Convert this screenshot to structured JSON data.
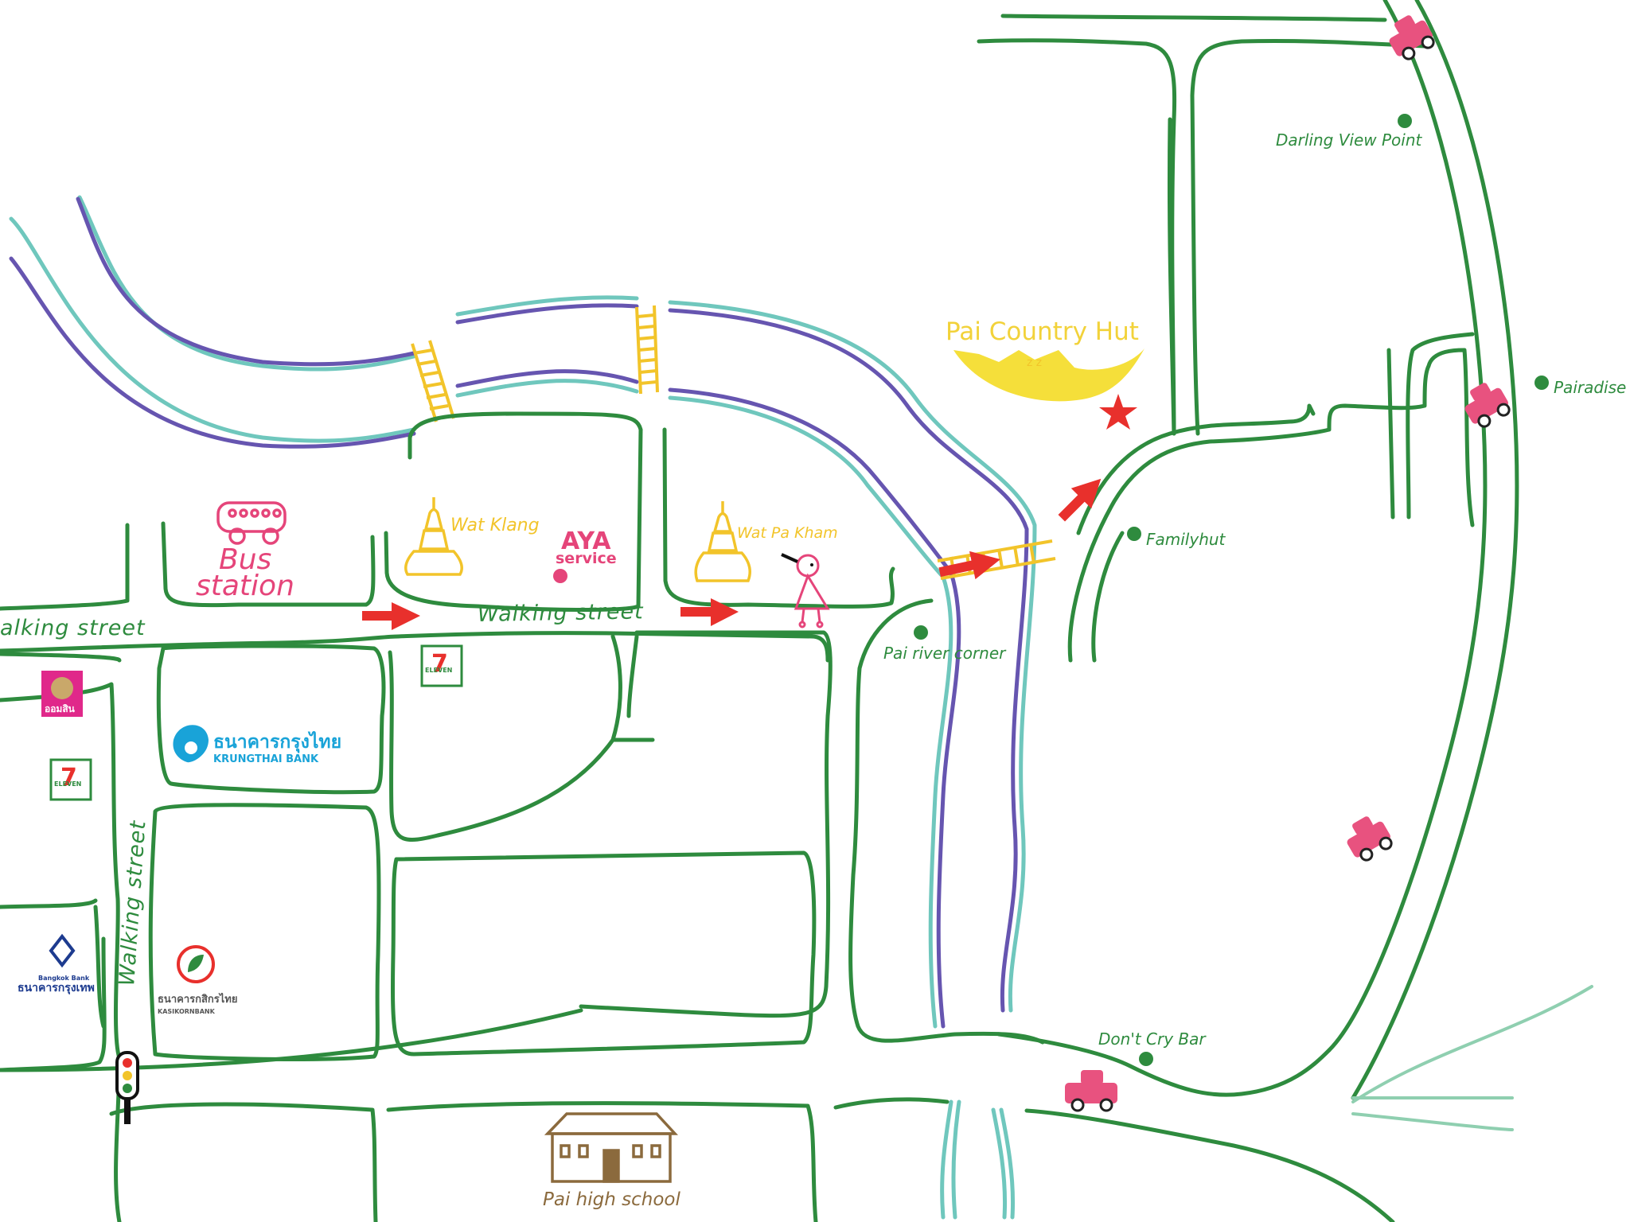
{
  "streets": {
    "walking_street_main": "Walking street",
    "walking_street_left": "alking street",
    "walking_street_vertical": "Walking street"
  },
  "places": {
    "bus_station_line1": "Bus",
    "bus_station_line2": "station",
    "wat_klang": "Wat Klang",
    "wat_pa_kham": "Wat Pa Kham",
    "aya_title": "AYA",
    "aya_sub": "service",
    "pai_country_hut": "Pai Country Hut",
    "darling_view_point": "Darling View Point",
    "pairadise": "Pairadise",
    "familyhut": "Familyhut",
    "pai_river_corner": "Pai river corner",
    "dont_cry_bar": "Don't Cry Bar",
    "pai_high_school": "Pai high school"
  },
  "banks": {
    "krungthai_thai": "ธนาคารกรุงไทย",
    "krungthai_en": "KRUNGTHAI BANK",
    "bangkok_bank_en": "Bangkok Bank",
    "bangkok_bank_thai": "ธนาคารกรุงเทพ",
    "kasikorn_thai": "ธนาคารกสิกรไทย",
    "kasikorn_en": "KASIKORNBANK",
    "gsb_thai": "ออมสิน",
    "seven_eleven": "ELEVEN"
  },
  "colors": {
    "road": "#2e8b3e",
    "river_outer": "#6fc7bd",
    "river_inner": "#6655b0",
    "accent_pink": "#e5457a",
    "temple_yellow": "#f2c42a",
    "arrow_red": "#e8302c"
  }
}
